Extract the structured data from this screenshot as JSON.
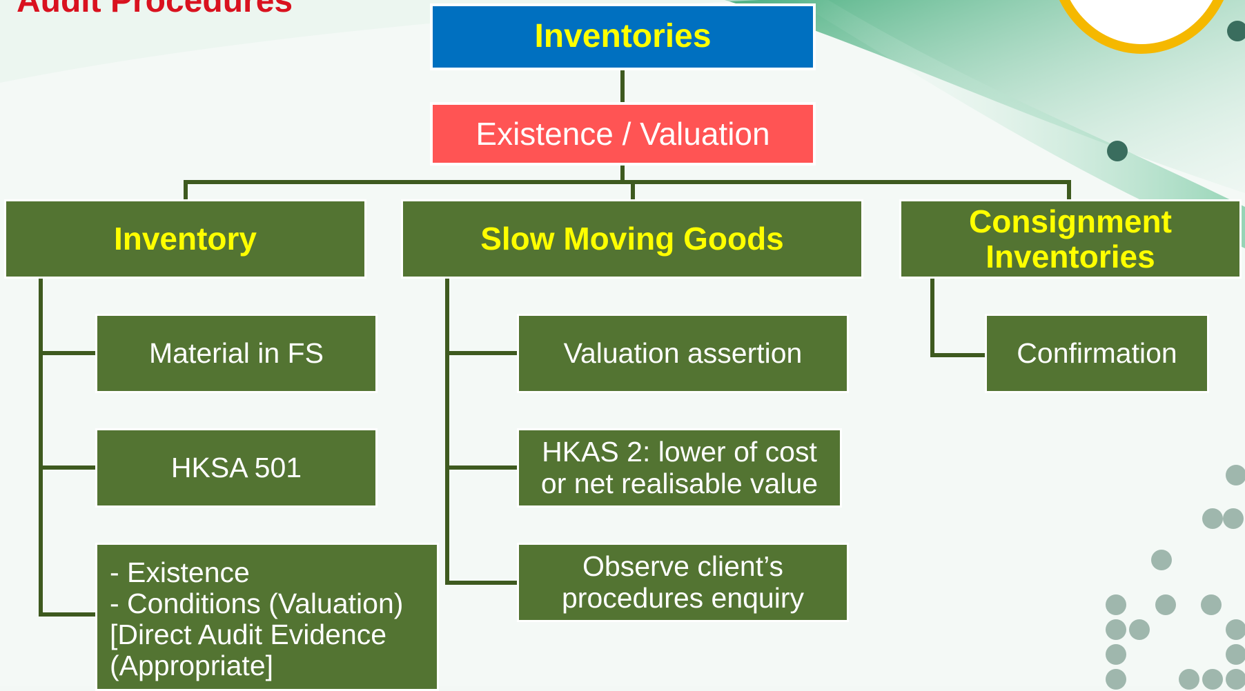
{
  "slide": {
    "heading": "Audit Procedures"
  },
  "root": {
    "label": "Inventories"
  },
  "assertion": {
    "label": "Existence / Valuation"
  },
  "branches": [
    {
      "label": "Inventory",
      "children": [
        "Material in FS",
        "HKSA 501"
      ],
      "evidence_lines": [
        "- Existence",
        "- Conditions (Valuation)",
        "[Direct Audit Evidence",
        "(Appropriate]"
      ]
    },
    {
      "label": "Slow Moving Goods",
      "children": [
        "Valuation assertion"
      ],
      "nrv_lines": [
        "HKAS 2: lower of cost",
        "or net realisable value"
      ],
      "observe_lines": [
        "Observe client’s",
        "procedures enquiry"
      ]
    },
    {
      "label_lines": [
        "Consignment",
        "Inventories"
      ],
      "children": [
        "Confirmation"
      ]
    }
  ],
  "colors": {
    "heading": "#d9121f",
    "root_fill": "#0070c0",
    "root_text": "#ffff00",
    "assertion_fill": "#ff5454",
    "node_fill": "#537432",
    "branch_text": "#ffff00",
    "leaf_text": "#ffffff",
    "connector": "#3e5a1f",
    "accent_ring": "#f5b800"
  }
}
